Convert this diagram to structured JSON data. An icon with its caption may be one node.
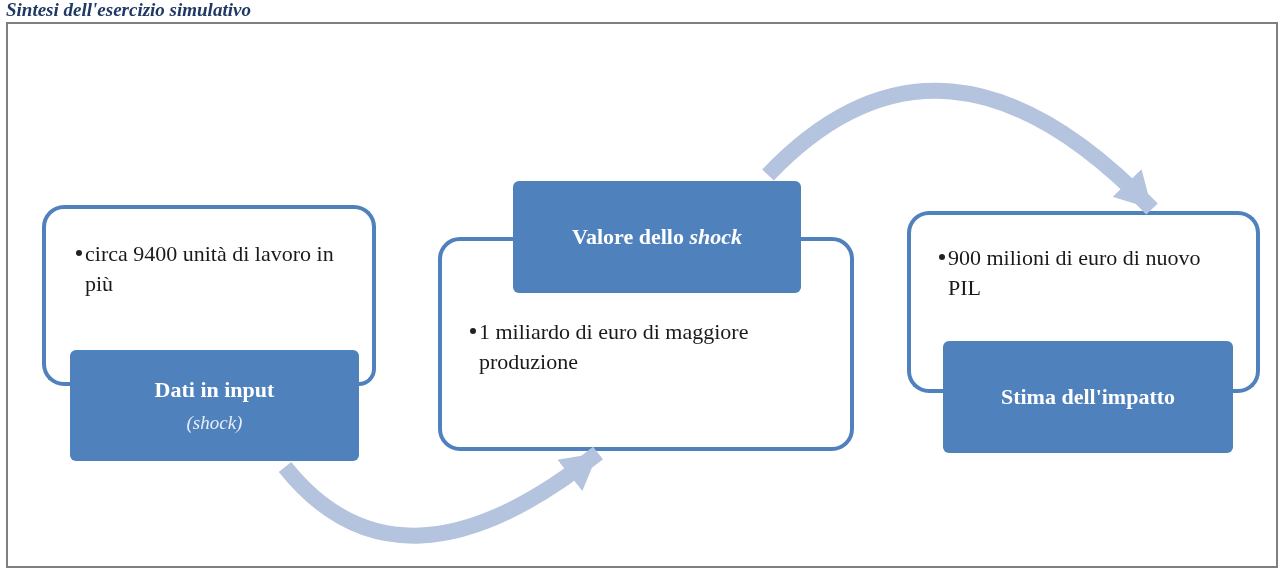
{
  "diagram": {
    "title": "Sintesi dell'esercizio simulativo",
    "nodes": [
      {
        "text": [
          "circa 9400 unità di lavoro in più"
        ]
      },
      {
        "text": [
          "Dati in input",
          "(shock)"
        ]
      },
      {
        "text": [
          "Valore dello *shock*"
        ]
      },
      {
        "text": [
          "1 miliardo di euro di maggiore produzione"
        ]
      },
      {
        "text": [
          "900 milioni di euro di nuovo PIL"
        ]
      },
      {
        "text": [
          "Stima dell'impatto"
        ]
      }
    ],
    "edges": [
      {
        "from": 1,
        "to": 3,
        "arrow": "to"
      },
      {
        "from": 2,
        "to": 4,
        "arrow": "to"
      }
    ]
  }
}
